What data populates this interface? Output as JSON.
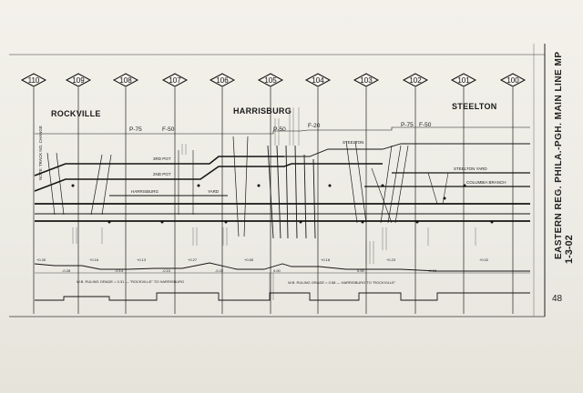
{
  "mileposts": [
    "110",
    "109",
    "108",
    "107",
    "106",
    "105",
    "104",
    "103",
    "102",
    "101",
    "100"
  ],
  "stations": {
    "rockville": "ROCKVILLE",
    "harrisburg": "HARRISBURG",
    "steelton": "STEELTON"
  },
  "speed_limits": {
    "p75_left": "P-75",
    "f50_left": "F-50",
    "p50_center": "P-50",
    "f20_center": "F-20",
    "p75_right": "P-75",
    "f50_right": "F-50"
  },
  "track_labels": {
    "third_pgt": "3RD PGT",
    "second_pgt": "2ND PGT",
    "harrisburg_yard": "HARRISBURG",
    "yard": "YARD",
    "steelton_yard": "STEELTON YARD",
    "columbia_branch": "COLUMBIA BRANCH",
    "steelton_small": "STEELTON"
  },
  "notes": {
    "rockville_note": "NOTE: TRACK NO. CHANGE",
    "wb_ruling": "W.B. RULING GRADE = 0.31 — \"ROCKVILLE\" TO HARRISBURG",
    "wb_ruling2": "W.B. RULING GRADE = 0.58 — HARRISBURG TO \"ROCKVILLE\""
  },
  "grades": [
    "+0.26",
    "-0.28",
    "+0.16",
    "-0.14",
    "+0.13",
    "-0.10",
    "+0.27",
    "-0.22",
    "+0.55",
    "0.00",
    "+0.18",
    "0.00",
    "+0.23",
    "-0.03",
    "+0.02"
  ],
  "title": "EASTERN REG. PHILA.-PGH. MAIN LINE MP",
  "date": "1-3-02",
  "page_number": "48"
}
